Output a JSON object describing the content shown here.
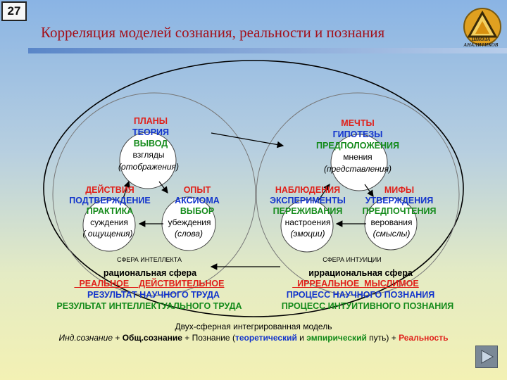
{
  "slide_number": "27",
  "title": "Корреляция моделей сознания, реальности и познания",
  "logo_text": "ШКОЛА АНАЛИТИКОВ",
  "intellect": {
    "top": {
      "l1": "ПЛАНЫ",
      "l2": "ТЕОРИЯ",
      "l3": "ВЫВОД",
      "circle1": "взгляды",
      "circle2": "(отображения)"
    },
    "left": {
      "l1": "ДЕЙСТВИЯ",
      "l2": "ПОДТВЕРЖДЕНИЕ",
      "l3": "ПРАКТИКА",
      "circle1": "суждения",
      "circle2": "( ощущения)"
    },
    "right": {
      "l1": "ОПЫТ",
      "l2": "АКСИОМА",
      "l3": "ВЫБОР",
      "circle1": "убеждения",
      "circle2": "(слова)"
    },
    "sphere_label": "СФЕРА ИНТЕЛЛЕКТА",
    "sphere_name": "рациональная сфера",
    "line_red": "_РЕАЛЬНОЕ__ДЕЙСТВИТЕЛЬНОЕ",
    "line_blue": "РЕЗУЛЬТАТ НАУЧНОГО ТРУДА",
    "line_green": "РЕЗУЛЬТАТ ИНТЕЛЛЕКТУАЛЬНОГО ТРУДА"
  },
  "intuition": {
    "top": {
      "l1": "МЕЧТЫ",
      "l2": "ГИПОТЕЗЫ",
      "l3": "ПРЕДПОЛОЖЕНИЯ",
      "circle1": "мнения",
      "circle2": "(представления)"
    },
    "left": {
      "l1": "НАБЛЮДЕНИЯ",
      "l2": "ЭКСПЕРИМЕНТЫ",
      "l3": "ПЕРЕЖИВАНИЯ",
      "circle1": "настроения",
      "circle2": "(эмоции)"
    },
    "right": {
      "l1": "МИФЫ",
      "l2": "УТВЕРЖДЕНИЯ",
      "l3": "ПРЕДПОЧТЕНИЯ",
      "circle1": "верования",
      "circle2": "(смыслы)"
    },
    "sphere_label": "СФЕРА ИНТУИЦИИ",
    "sphere_name": "иррациональная сфера",
    "line_red": "_ИРРЕАЛЬНОЕ_МЫСЛИМОЕ",
    "line_blue": "ПРОЦЕСС НАУЧНОГО ПОЗНАНИЯ",
    "line_green": "ПРОЦЕСС ИНТУИТИВНОГО ПОЗНАНИЯ"
  },
  "model": {
    "line1": "Двух-сферная интегрированная модель",
    "p1": "Инд.сознание",
    "plus": " + ",
    "p2": "Общ.сознание",
    "p3": "Познание (",
    "theoretical": "теоретический",
    "and": " и ",
    "empirical": "эмпирический",
    "p4": " путь)",
    "reality": "Реальность"
  },
  "colors": {
    "red": "#e0201a",
    "blue": "#1234cc",
    "green": "#138a1a",
    "title": "#a3101a"
  }
}
